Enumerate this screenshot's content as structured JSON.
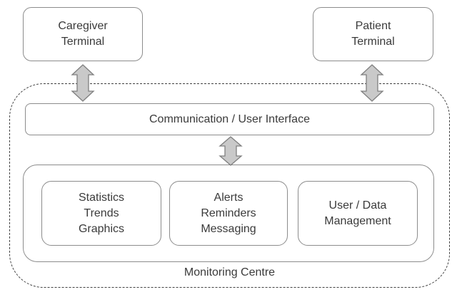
{
  "diagram": {
    "caregiver_terminal": "Caregiver\nTerminal",
    "patient_terminal": "Patient\nTerminal",
    "communication_interface": "Communication / User Interface",
    "modules": [
      "Statistics\nTrends\nGraphics",
      "Alerts\nReminders\nMessaging",
      "User / Data\nManagement"
    ],
    "container_label": "Monitoring Centre",
    "colors": {
      "background": "#ffffff",
      "box_border": "#8c8c8c",
      "text_color": "#3a3a3a",
      "arrow_fill": "#c9c9c9",
      "arrow_stroke": "#7f7f7f",
      "dashed_border": "#404040"
    }
  }
}
